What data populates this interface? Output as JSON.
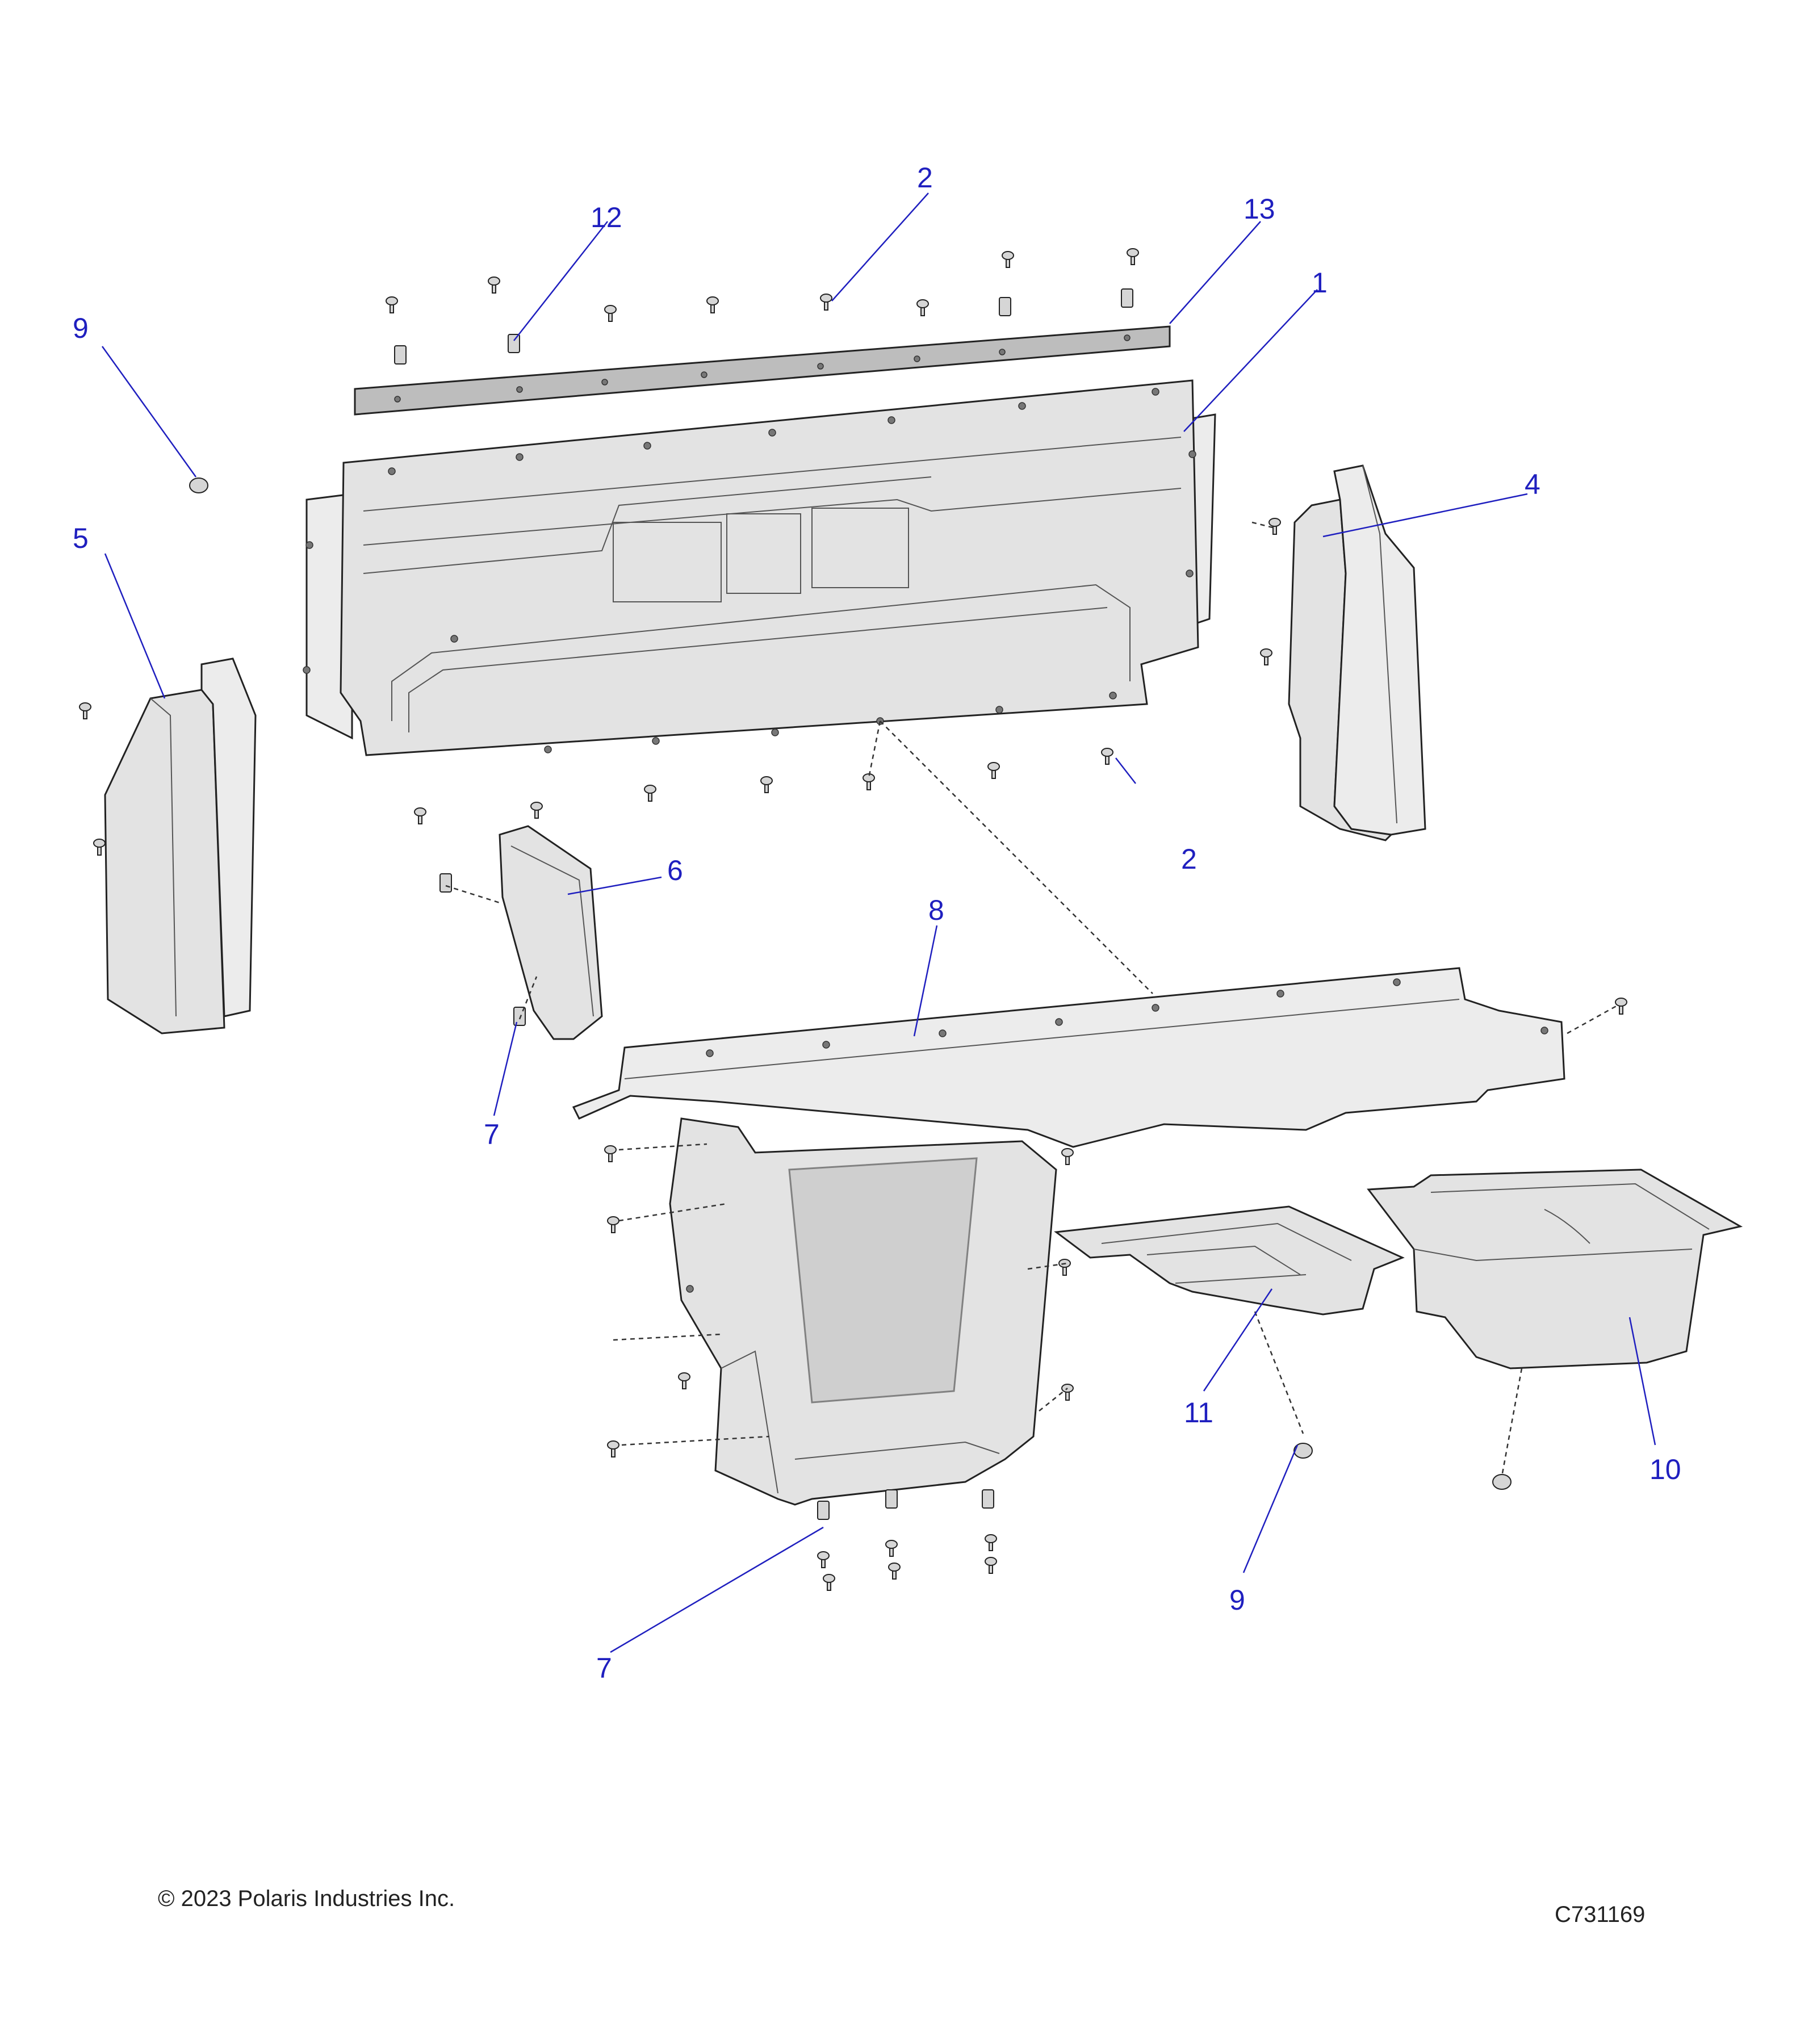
{
  "copyright": "© 2023 Polaris Industries Inc.",
  "drawing_id": "C731169",
  "callouts": [
    {
      "key": "c1",
      "label": "1"
    },
    {
      "key": "c2a",
      "label": "2"
    },
    {
      "key": "c2b",
      "label": "2"
    },
    {
      "key": "c4",
      "label": "4"
    },
    {
      "key": "c5",
      "label": "5"
    },
    {
      "key": "c6",
      "label": "6"
    },
    {
      "key": "c7a",
      "label": "7"
    },
    {
      "key": "c7b",
      "label": "7"
    },
    {
      "key": "c8",
      "label": "8"
    },
    {
      "key": "c9a",
      "label": "9"
    },
    {
      "key": "c9b",
      "label": "9"
    },
    {
      "key": "c10",
      "label": "10"
    },
    {
      "key": "c11",
      "label": "11"
    },
    {
      "key": "c12",
      "label": "12"
    },
    {
      "key": "c13",
      "label": "13"
    }
  ],
  "colors": {
    "callout": "#1f1fbf",
    "line": "#222222",
    "part_fill": "#e3e3e3"
  }
}
